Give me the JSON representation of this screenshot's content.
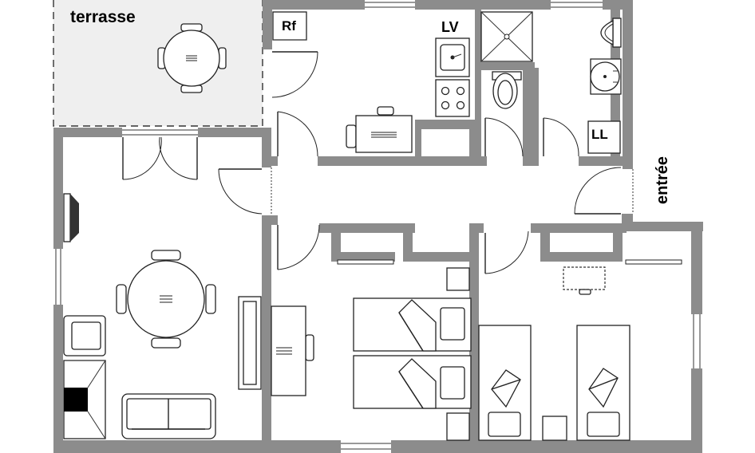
{
  "labels": {
    "terrace": "terrasse",
    "fridge": "Rf",
    "dishwasher": "LV",
    "washing_machine": "LL",
    "entrance": "entrée"
  },
  "colors": {
    "wall": "#8c8c8c",
    "terrace_fill": "#efefef",
    "line": "#222222",
    "background": "#ffffff"
  },
  "icons": [
    "table-icon",
    "chair-icon",
    "bed-icon",
    "sofa-icon",
    "armchair-icon",
    "tv-icon",
    "fireplace-icon",
    "sink-icon",
    "stove-icon",
    "shower-icon",
    "toilet-icon",
    "washbasin-icon",
    "door-icon",
    "window-icon"
  ]
}
